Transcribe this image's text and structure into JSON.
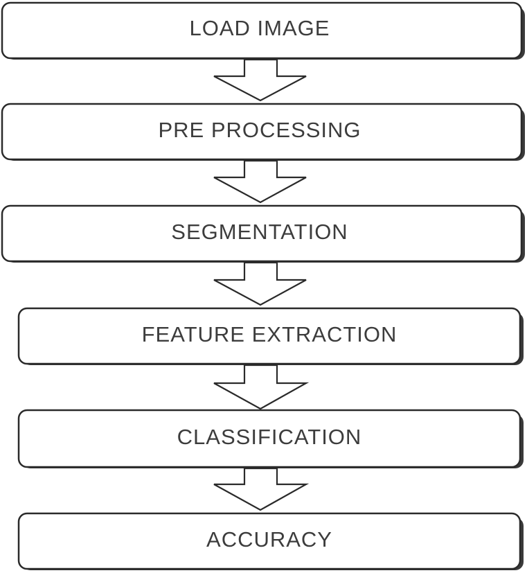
{
  "steps": [
    {
      "label": "LOAD IMAGE"
    },
    {
      "label": "PRE PROCESSING"
    },
    {
      "label": "SEGMENTATION"
    },
    {
      "label": "FEATURE EXTRACTION"
    },
    {
      "label": "CLASSIFICATION"
    },
    {
      "label": "ACCURACY"
    }
  ]
}
